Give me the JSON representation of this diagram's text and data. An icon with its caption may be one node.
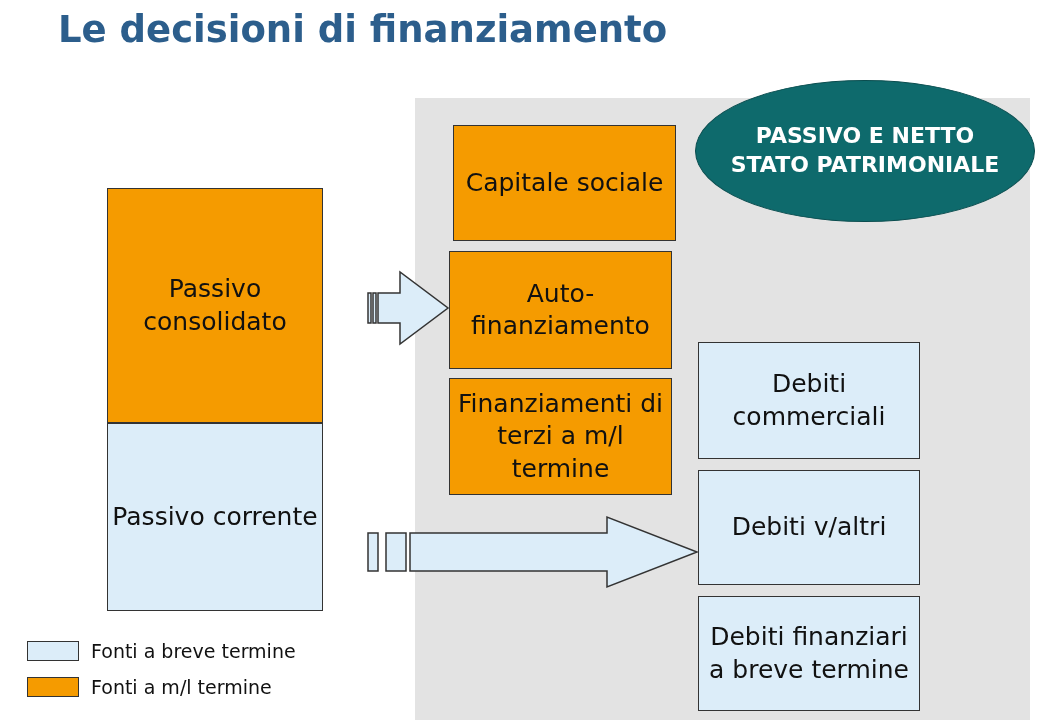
{
  "diagram": {
    "title": "Le decisioni di finanziamento",
    "nodes": [
      {
        "text": [
          "Passivo consolidato"
        ]
      },
      {
        "text": [
          "Passivo corrente"
        ]
      },
      {
        "text": [
          "PASSIVO E NETTO STATO PATRIMONIALE"
        ]
      },
      {
        "text": [
          "Capitale sociale"
        ]
      },
      {
        "text": [
          "Auto- finanziamento"
        ]
      },
      {
        "text": [
          "Finanziamenti di terzi a m/l termine"
        ]
      },
      {
        "text": [
          "Debiti commerciali"
        ]
      },
      {
        "text": [
          "Debiti v/altri"
        ]
      },
      {
        "text": [
          "Debiti finanziari a breve termine"
        ]
      }
    ],
    "edges": [
      {
        "from": 0,
        "to": 4,
        "arrow": "to"
      },
      {
        "from": 1,
        "to": 7,
        "arrow": "to"
      }
    ],
    "legend": [
      {
        "text": "Fonti a breve termine",
        "color": "#dcedf9"
      },
      {
        "text": "Fonti a m/l termine",
        "color": "#f59b00"
      }
    ]
  }
}
